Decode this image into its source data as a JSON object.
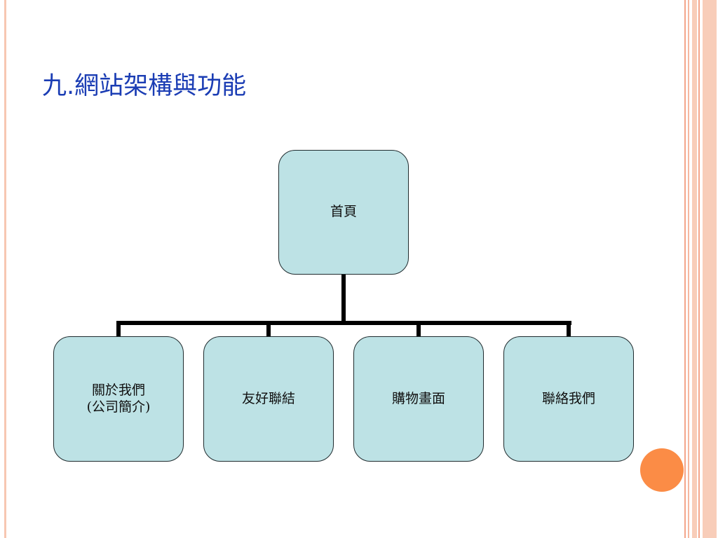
{
  "slide": {
    "title": "九.網站架構與功能"
  },
  "diagram": {
    "root": {
      "label": "首頁"
    },
    "children": [
      {
        "label_line_1": "關於我們",
        "label_line_2": "(公司簡介)"
      },
      {
        "label": "友好聯結"
      },
      {
        "label": "購物畫面"
      },
      {
        "label": "聯絡我們"
      }
    ]
  },
  "colors": {
    "title": "#1b3db4",
    "node_fill": "#bde2e5",
    "node_border": "#1f2b2e",
    "connector": "#000000",
    "accent_circle": "#fb8c46",
    "border_stripe": "#f8cdb9"
  }
}
